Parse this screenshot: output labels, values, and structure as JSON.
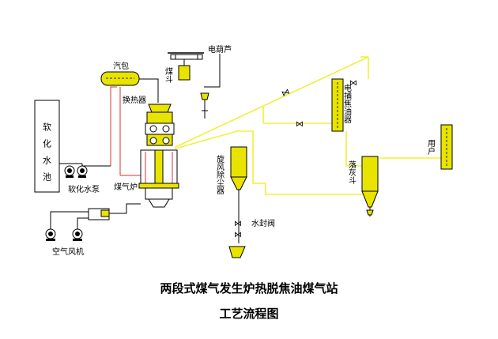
{
  "colors": {
    "vessel": "#e8e400",
    "gas_pipe": "#f0f03a",
    "water_pipe": "#d83030",
    "line": "#000000"
  },
  "labels": {
    "steam_drum": "汽包",
    "coal_hopper": "煤斗",
    "electric_hoist": "电葫芦",
    "heat_exchanger": "换热器",
    "softened_water_pool": "软化水池",
    "softened_water_pump": "软化水泵",
    "gasifier": "煤气炉",
    "cyclone_dust_collector": "旋风除尘器",
    "water_seal_valve": "水封阀",
    "electric_tar_catcher": "电捕焦油器",
    "drop_ash_hopper": "落灰斗",
    "user": "用户",
    "air_blower": "空气风机"
  },
  "title": {
    "line1": "两段式煤气发生炉热脱焦油煤气站",
    "line2": "工艺流程图"
  }
}
